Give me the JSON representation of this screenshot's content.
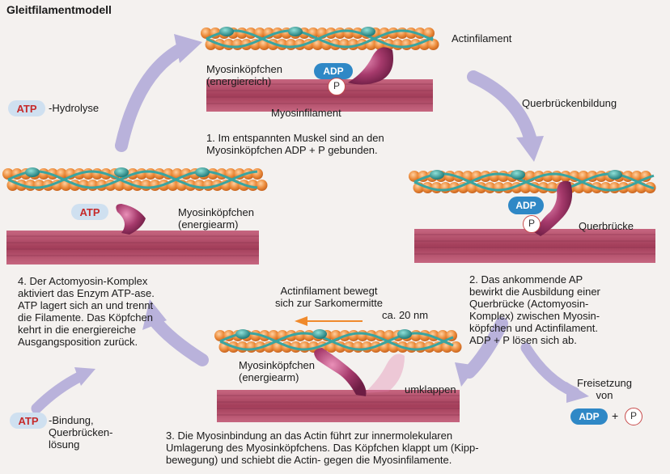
{
  "title": "Gleitfilamentmodell",
  "top_panel": {
    "actin_label": "Actinfilament",
    "myosin_head_label": "Myosinköpfchen\n(energiereich)",
    "myosin_filament_label": "Myosinfilament",
    "adp": "ADP",
    "p": "P",
    "caption": "1. Im entspannten Muskel sind an den\nMyosinköpfchen ADP + P gebunden."
  },
  "right_panel": {
    "bridge_formation": "Querbrückenbildung",
    "crossbridge_label": "Querbrücke",
    "adp": "ADP",
    "p": "P",
    "caption": "2. Das ankommende AP\nbewirkt die Ausbildung einer\nQuerbrücke (Actomyosin-\nKomplex) zwischen Myosin-\nköpfchen und Actinfilament.\nADP + P lösen sich ab.",
    "release_label": "Freisetzung\nvon",
    "release_adp": "ADP",
    "release_plus": "+",
    "release_p": "P"
  },
  "bottom_panel": {
    "movement_label": "Actinfilament bewegt\nsich zur Sarkomermitte",
    "distance": "ca. 20 nm",
    "myosin_head_label": "Myosinköpfchen\n(energiearm)",
    "flip_label": "umklappen",
    "caption": "3. Die Myosinbindung an das Actin führt zur innermolekularen\nUmlagerung des Myosinköpfchens. Das Köpfchen klappt um (Kipp-\nbewegung) und schiebt die Actin- gegen die Myosinfilamente."
  },
  "left_panel": {
    "hydrolysis_atp": "ATP",
    "hydrolysis_label": "-Hydrolyse",
    "atp": "ATP",
    "myosin_head_label": "Myosinköpfchen\n(energiearm)",
    "caption": "4. Der Actomyosin-Komplex\naktiviert das Enzym ATP-ase.\nATP lagert sich an und trennt\ndie Filamente. Das Köpfchen\nkehrt in die energiereiche\nAusgangsposition zurück.",
    "binding_atp": "ATP",
    "binding_label": "-Bindung,\nQuerbrücken-\nlösung"
  },
  "colors": {
    "actin_bead": "#e98a3a",
    "actin_strand": "#3aa4a0",
    "troponin": "#2f8f8c",
    "myosin_filament": "#a8425e",
    "myosin_head": "#9b2f62",
    "cycle_arrow": "#b9b2db",
    "direction_arrow": "#f08a2c",
    "adp_fill": "#2f88c6"
  }
}
